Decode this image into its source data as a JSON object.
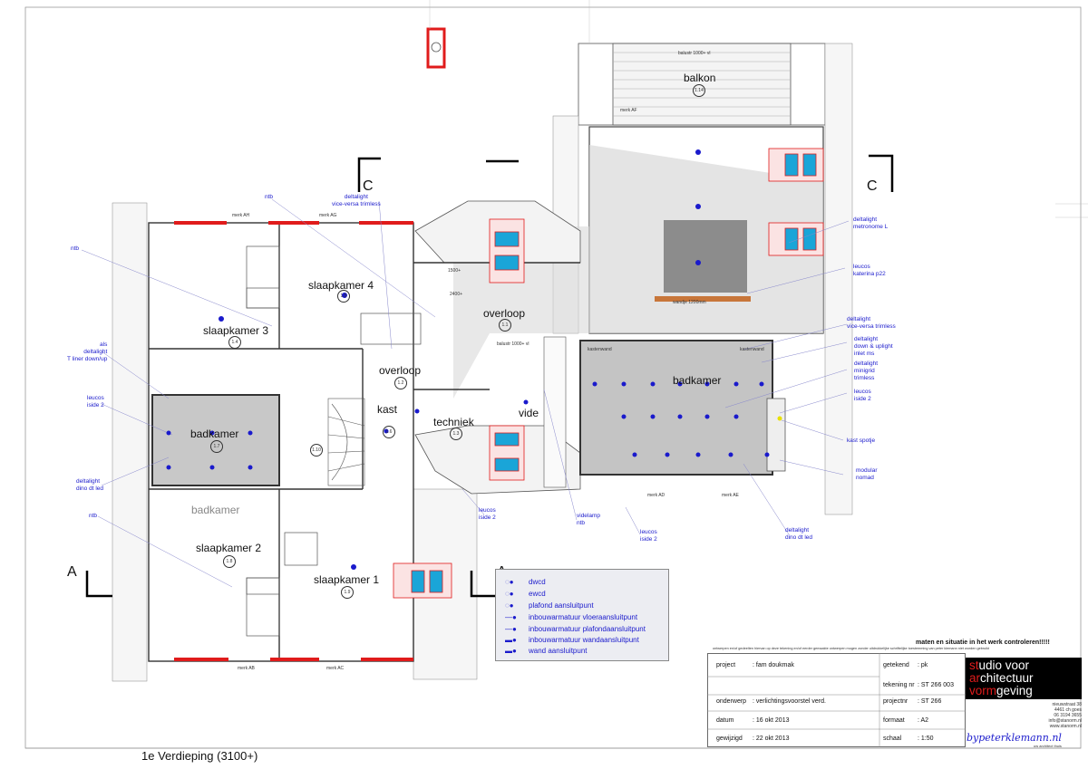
{
  "rooms": {
    "balkon": "balkon",
    "slaapkamer4": "slaapkamer 4",
    "slaapkamer3": "slaapkamer 3",
    "overloop_right": "overloop",
    "overloop_center": "overloop",
    "badkamer_right": "badkamer",
    "badkamer_left": "badkamer",
    "badkamer_grey": "badkamer",
    "kast": "kast",
    "techniek": "techniek",
    "vide": "vide",
    "slaapkamer2": "slaapkamer 2",
    "slaapkamer1": "slaapkamer 1"
  },
  "room_numbers": {
    "balkon": "1.14",
    "slaapkamer4": "1.5",
    "slaapkamer3": "1.4",
    "overloop_right": "1.1",
    "overloop_center": "1.2",
    "badkamer_left": "1.7",
    "kast": "1.6",
    "techniek": "1.3",
    "stair": "1.10",
    "slaapkamer2": "1.8",
    "slaapkamer1": "1.9"
  },
  "section_marks": {
    "c_left": "C",
    "c_right": "C",
    "a_left": "A",
    "a_right": "A"
  },
  "annotations": {
    "ntb_top": "ntb",
    "deltalight_vv_top": "deltalight\nvice-versa trimless",
    "ntb_left": "ntb",
    "als_deltalight": "als\ndeltalight\nT liner down/up",
    "leucos_iside_left": "leucos\niside 2",
    "deltalight_dino_left": "deltalight\ndino dt led",
    "ntb_bottom_left": "ntb",
    "deltalight_metronome": "deltalight\nmetronome L",
    "leucos_katerina": "leucos\nkaterina p22",
    "deltalight_vv_right": "deltalight\nvice-versa trimless",
    "deltalight_down_up": "deltalight\ndown & uplight\ninlet ms",
    "deltalight_minigrid": "deltalight\nminigrid\ntrimless",
    "leucos_iside_right": "leucos\niside 2",
    "kast_spotje": "kast spotje",
    "modular_nomad": "modular\nnomad",
    "deltalight_dino_right": "deltalight\ndino dt led",
    "leucos_iside_bottom": "leucos\niside 2",
    "leucos_iside_center": "leucos\niside 2",
    "videlamp_ntb": "videlamp\nntb"
  },
  "small_labels": {
    "balustrade_top": "balustr 1000+ vl",
    "merk_af": "merk AF",
    "merk_ah": "merk AH",
    "merk_ag": "merk AG",
    "merk_ab": "merk AB",
    "merk_ac": "merk AC",
    "merk_ad": "merk AD",
    "merk_ae": "merk AE",
    "wandje": "wandje 1200mm",
    "kastenwand_l": "kastenwand",
    "kastenwand_r": "kastenwand",
    "balustr_vide": "balustr 1000+ vl",
    "dim_1500": "1500+",
    "dim_2400": "2400+"
  },
  "legend": [
    {
      "sym": "◌●",
      "label": "dwcd"
    },
    {
      "sym": "◌●",
      "label": "ewcd"
    },
    {
      "sym": "◌●",
      "label": "plafond aansluitpunt"
    },
    {
      "sym": "—●",
      "label": "inbouwarmatuur vloeraansluitpunt"
    },
    {
      "sym": "—●",
      "label": "inbouwarmatuur plafondaansluitpunt"
    },
    {
      "sym": "▬●",
      "label": "inbouwarmatuur wandaansluitpunt"
    },
    {
      "sym": "▬●",
      "label": "wand aansluitpunt"
    }
  ],
  "notes": {
    "check": "maten en situatie in het werk controleren!!!!!",
    "copyright": "ontwerpen en/of gedeelten hiervan op deze tekening en/of eerder gemaakte ontwerpen mogen zonder uitdrukkelijke schriftelijke toestemming van peter klemann niet worden gebruikt"
  },
  "titleblock": {
    "project_label": "project",
    "project_value": ": fam doukmak",
    "getekend_label": "getekend",
    "getekend_value": ": pk",
    "tekening_label": "tekening nr",
    "tekening_value": ": ST 266 003",
    "projectnr_label": "projectnr",
    "projectnr_value": ": ST 266",
    "onderwerp_label": "onderwerp",
    "onderwerp_value": ": verlichtingsvoorstel verd.",
    "datum_label": "datum",
    "datum_value": ": 16 okt 2013",
    "formaat_label": "formaat",
    "formaat_value": ": A2",
    "gewijzigd_label": "gewijzigd",
    "gewijzigd_value": ": 22 okt 2013",
    "schaal_label": "schaal",
    "schaal_value": ": 1:50"
  },
  "logo": {
    "line1_red": "st",
    "line1": "udio voor",
    "line2_red": "ar",
    "line2": "chitectuur",
    "line3_red": "vorm",
    "line3": "geving"
  },
  "address": "nieuwstraat 38\n4461 ch goes\n06 3194 3655\ninfo@stanorm.nl\nwww.stanorm.nl",
  "brand": "bypeterklemann.nl",
  "brand_sub": "uw architect thuis",
  "floor_title": "1e Verdieping (3100+)"
}
